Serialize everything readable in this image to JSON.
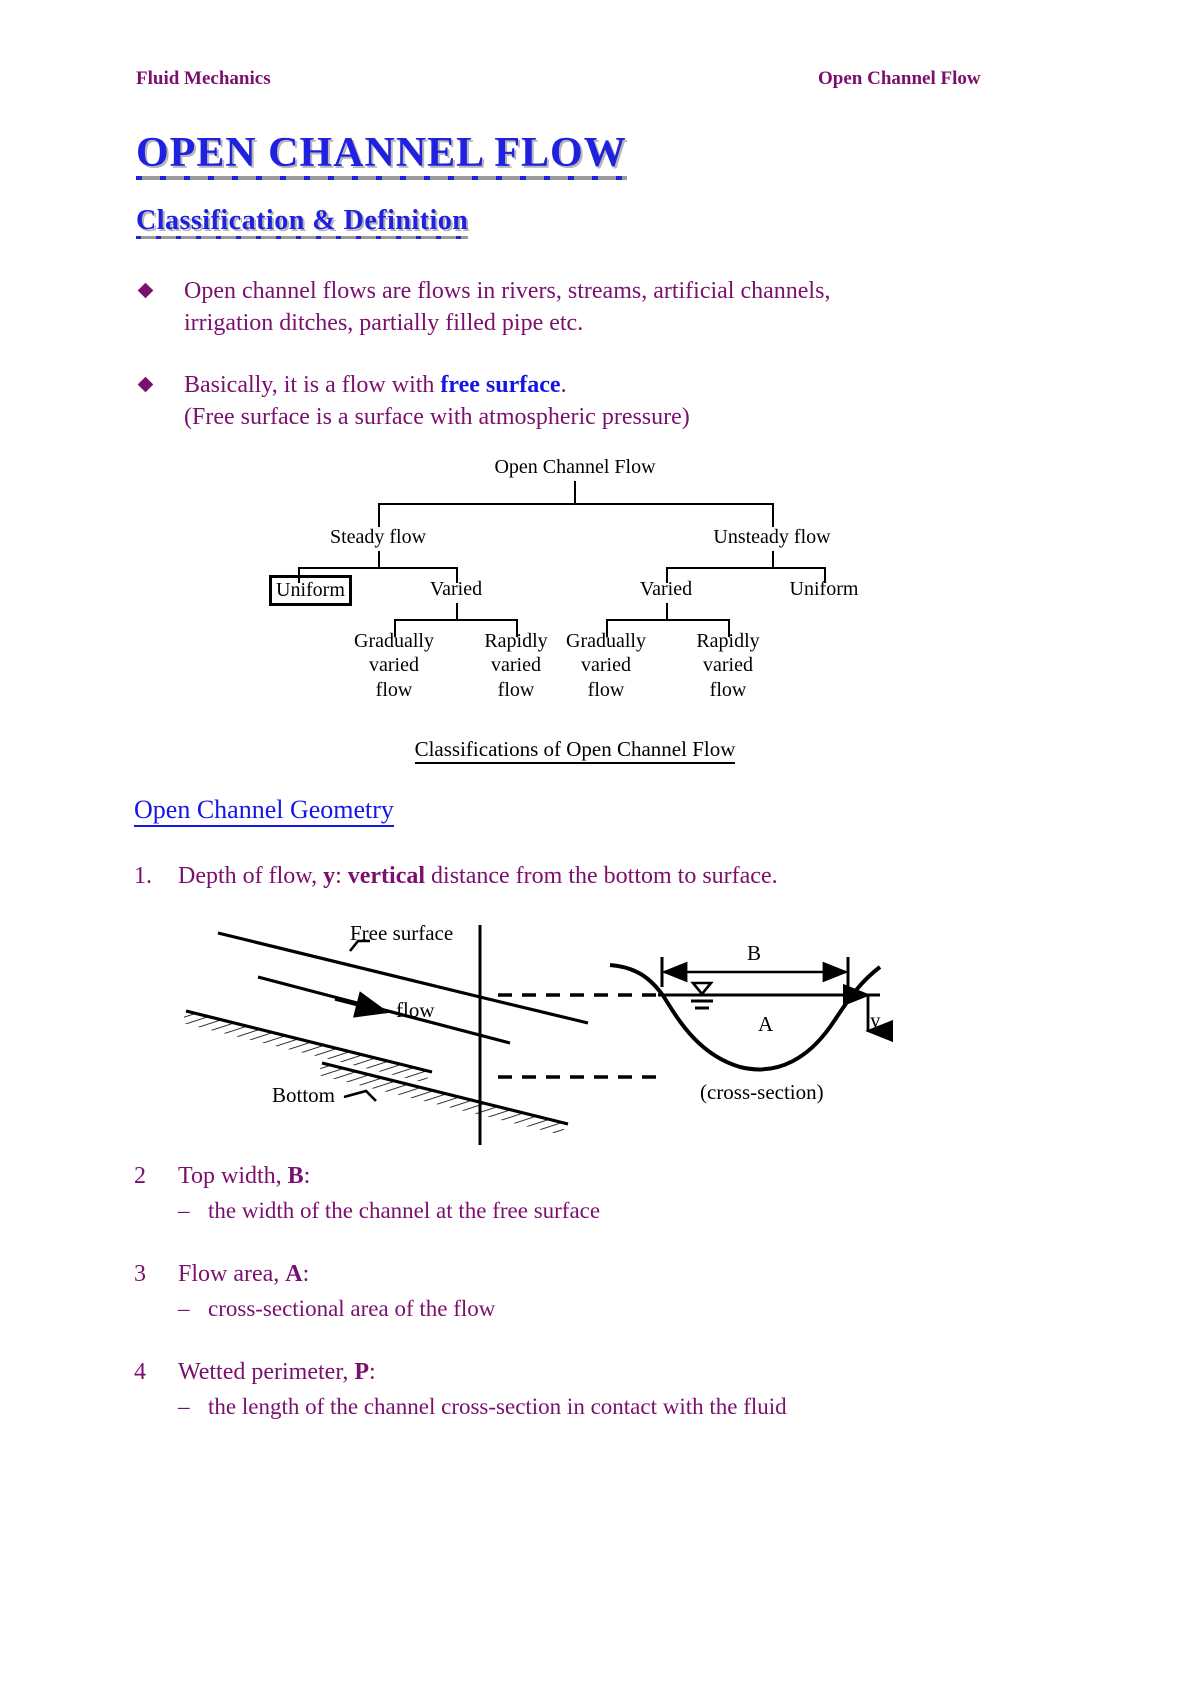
{
  "header": {
    "left": "Fluid Mechanics",
    "right": "Open Channel Flow"
  },
  "title": "OPEN CHANNEL FLOW",
  "subtitle": "Classification & Definition",
  "bullets": [
    {
      "line1": "Open channel flows are flows in rivers, streams, artificial channels,",
      "line2": "irrigation ditches, partially filled pipe etc."
    },
    {
      "line1_pre": "Basically, it is a flow with ",
      "line1_bold": "free surface",
      "line1_post": ".",
      "line2": "(Free surface is a surface with atmospheric pressure)"
    }
  ],
  "flowchart": {
    "root": "Open Channel Flow",
    "level1": [
      "Steady flow",
      "Unsteady flow"
    ],
    "steady_children": [
      "Uniform",
      "Varied"
    ],
    "unsteady_children": [
      "Varied",
      "Uniform"
    ],
    "leaves": [
      "Gradually\nvaried\nflow",
      "Rapidly\nvaried\nflow",
      "Gradually\nvaried\nflow",
      "Rapidly\nvaried\nflow"
    ],
    "leaf_lines": [
      [
        "Gradually",
        "varied",
        "flow"
      ],
      [
        "Rapidly",
        "varied",
        "flow"
      ],
      [
        "Gradually",
        "varied",
        "flow"
      ],
      [
        "Rapidly",
        "varied",
        "flow"
      ]
    ],
    "caption": "Classifications of Open Channel Flow",
    "highlighted_node": "Uniform"
  },
  "geometry_heading": "Open Channel Geometry",
  "items": [
    {
      "num": "1.",
      "text_pre": "Depth of flow, ",
      "text_b1": "y",
      "text_mid": ": ",
      "text_b2": "vertical",
      "text_post": " distance from the bottom to surface.",
      "sub": ""
    },
    {
      "num": "2",
      "text_pre": "Top width, ",
      "text_b1": "B",
      "text_mid": ":",
      "text_b2": "",
      "text_post": "",
      "sub": "the width of the channel at the free surface"
    },
    {
      "num": "3",
      "text_pre": "Flow area, ",
      "text_b1": "A",
      "text_mid": ":",
      "text_b2": "",
      "text_post": "",
      "sub": "cross-sectional area of the flow"
    },
    {
      "num": "4",
      "text_pre": "Wetted perimeter, ",
      "text_b1": "P",
      "text_mid": ":",
      "text_b2": "",
      "text_post": "",
      "sub": "the length of the channel cross-section in contact with the fluid"
    }
  ],
  "figure": {
    "label_free_surface": "Free surface",
    "label_flow": "flow",
    "label_bottom": "Bottom",
    "label_B": "B",
    "label_A": "A",
    "label_y": "y",
    "caption": "(cross-section)"
  },
  "colors": {
    "body_text": "#7B0F6E",
    "accent_blue": "#1515E8",
    "emboss_shadow": "#b6b6b6",
    "diagram_black": "#000000"
  },
  "dash": "–"
}
